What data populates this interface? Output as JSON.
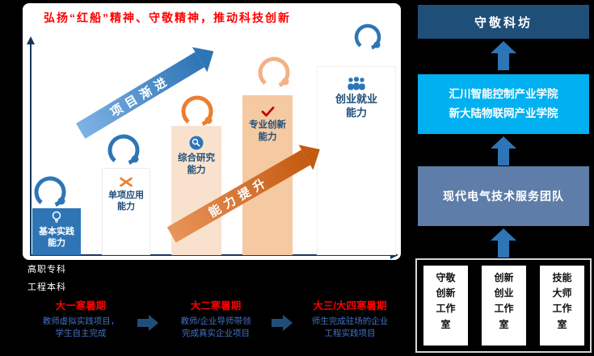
{
  "colors": {
    "accent_red": "#FF0000",
    "blue_dark": "#1F4E79",
    "blue_mid": "#2E75B6",
    "blue_bright": "#00B0F0",
    "blue_steel": "#5E7DA8",
    "orange_dark": "#C55A11",
    "orange": "#ED7D31",
    "peach": "#F5C9A2",
    "peach_light": "#F9E2CD",
    "desc_blue": "#4472C4",
    "check_red": "#C00000"
  },
  "left_panel": {
    "title": "弘扬“红船”精神、守敬精神，推动科技创新",
    "project_arrow_label": "项目渐进",
    "ability_arrow_label": "能力提升",
    "axis_label_top": "高职专科",
    "axis_label_bottom": "工程本科",
    "steps": [
      {
        "label": "基本实践能力",
        "icon": "lightbulb-icon"
      },
      {
        "label": "单项应用能力",
        "icon": "crossed-tools-icon"
      },
      {
        "label": "综合研究能力",
        "icon": "research-magnifier-icon"
      },
      {
        "label": "专业创新能力",
        "icon": "checkmark-icon"
      },
      {
        "label": "创业就业能力",
        "icon": "people-group-icon"
      }
    ]
  },
  "timeline": {
    "phases": [
      {
        "title": "大一寒暑期",
        "desc1": "教师虚拟实践项目，",
        "desc2": "学生自主完成"
      },
      {
        "title": "大二寒暑期",
        "desc1": "教师/企业导师带领",
        "desc2": "完成真实企业项目"
      },
      {
        "title": "大三/大四寒暑期",
        "desc1": "师生完成驻场的企业",
        "desc2": "工程实践项目"
      }
    ]
  },
  "right_column": {
    "workshop_box": "守敬科坊",
    "academy_line1": "汇川智能控制产业学院",
    "academy_line2": "新大陆物联网产业学院",
    "team_box": "现代电气技术服务团队",
    "studios": [
      {
        "label": "守敬创新工作室"
      },
      {
        "label": "创新创业工作室"
      },
      {
        "label": "技能大师工作室"
      }
    ]
  }
}
